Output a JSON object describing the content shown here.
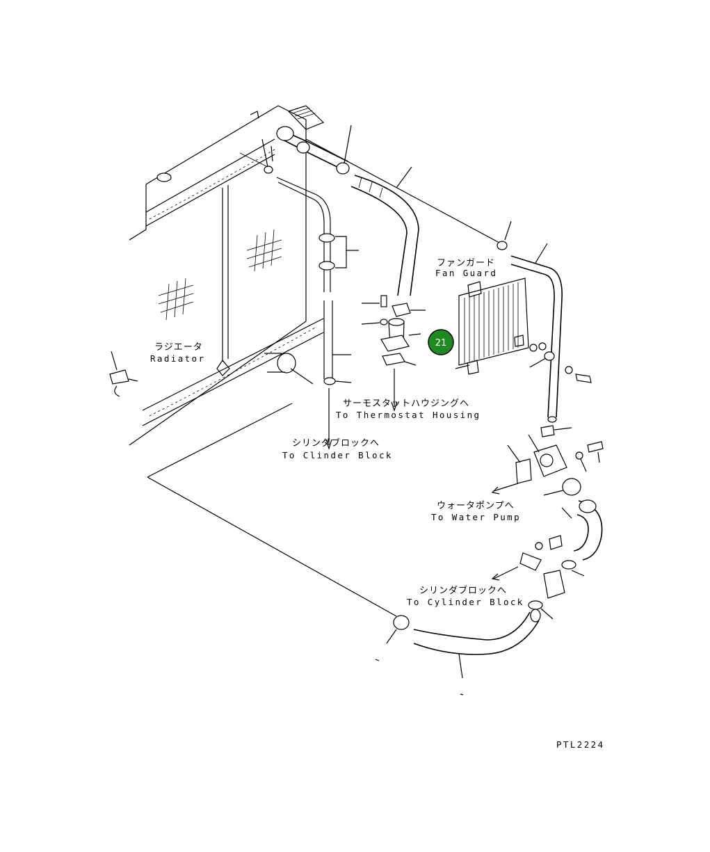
{
  "labels": {
    "fan_guard_jp": "ファンガード",
    "fan_guard_en": "Fan Guard",
    "radiator_jp": "ラジエータ",
    "radiator_en": "Radiator",
    "thermostat_jp": "サーモスタットハウジングへ",
    "thermostat_en": "To Thermostat Housing",
    "clinder_jp": "シリンダブロックへ",
    "clinder_en": "To Clinder Block",
    "water_pump_jp": "ウォータポンプへ",
    "water_pump_en": "To Water Pump",
    "cylinder_jp": "シリンダブロックへ",
    "cylinder_en": "To Cylinder Block",
    "drawing_code": "PTL2224"
  },
  "callout": {
    "number": "21",
    "color": "#1f8a1f"
  }
}
